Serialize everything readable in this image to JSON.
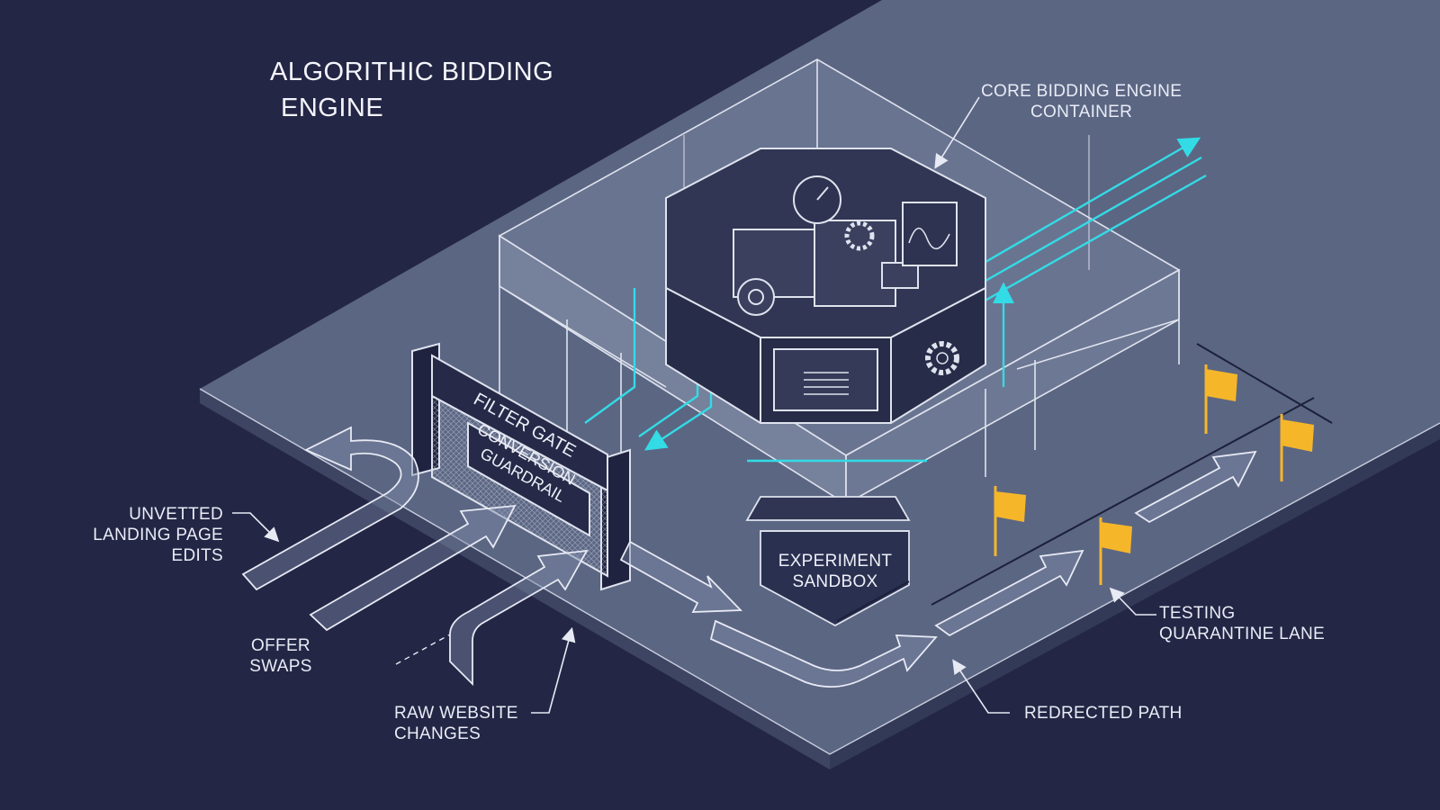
{
  "title": [
    "ALGORITHIC BIDDING",
    "ENGINE"
  ],
  "labels": {
    "core": [
      "CORE BIDDING ENGINE",
      "CONTAINER"
    ],
    "unvetted": [
      "UNVETTED",
      "LANDING PAGE",
      "EDITS"
    ],
    "offer": [
      "OFFER",
      "SWAPS"
    ],
    "raw": [
      "RAW WEBSITE",
      "CHANGES"
    ],
    "sandbox": [
      "EXPERIMENT",
      "SANDBOX"
    ],
    "testing": [
      "TESTING",
      "QUARANTINE LANE"
    ],
    "redirected": "REDRECTED PATH"
  },
  "gate": {
    "top_sign": "FILTER GATE",
    "bottom_sign": [
      "CONVERSION",
      "GUARDRAIL"
    ]
  },
  "colors": {
    "background": "#242645",
    "platform": "#5b6683",
    "line": "#e7eaf4",
    "accent_cyan": "#33dbe6",
    "flag": "#f5b62a"
  },
  "icons": [
    "filter-gate-icon",
    "engine-machine-icon",
    "gauge-icon",
    "gear-icon",
    "waveform-icon",
    "flag-icon",
    "arrow-icon"
  ]
}
